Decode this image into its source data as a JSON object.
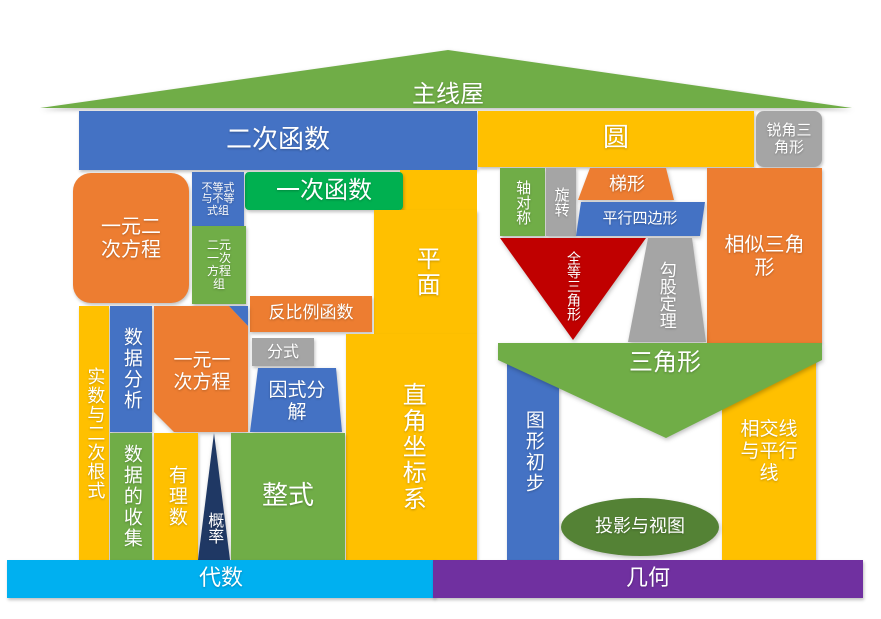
{
  "roof": {
    "label": "主线屋"
  },
  "algebra": {
    "quadratic_function": "二次函数",
    "linear_function": "一次函数",
    "quadratic_equation_one_var": "一元二次方程",
    "inequalities": "不等式与不等式组",
    "binary_linear_system": "二元一次方程组",
    "inverse_proportion": "反比例函数",
    "plane": "平面",
    "cartesian_coords": "直角坐标系",
    "real_numbers": "实数与二次根式",
    "data_analysis": "数据分析",
    "data_collection": "数据的收集",
    "linear_equation": "一元一次方程",
    "fraction": "分式",
    "factorization": "因式分解",
    "rational_numbers": "有理数",
    "probability": "概率",
    "integral_expression": "整式"
  },
  "geometry": {
    "circle": "圆",
    "acute_triangle": "锐角三角形",
    "axial_symmetry": "轴对称",
    "rotation": "旋转",
    "trapezoid": "梯形",
    "parallelogram": "平行四边形",
    "similar_triangles": "相似三角形",
    "congruent_triangles": "全等三角形",
    "pythagorean": "勾股定理",
    "triangle": "三角形",
    "figure_basics": "图形初步",
    "intersect_parallel": "相交线与平行线",
    "projection_view": "投影与视图"
  },
  "base": {
    "algebra": "代数",
    "geometry": "几何"
  }
}
